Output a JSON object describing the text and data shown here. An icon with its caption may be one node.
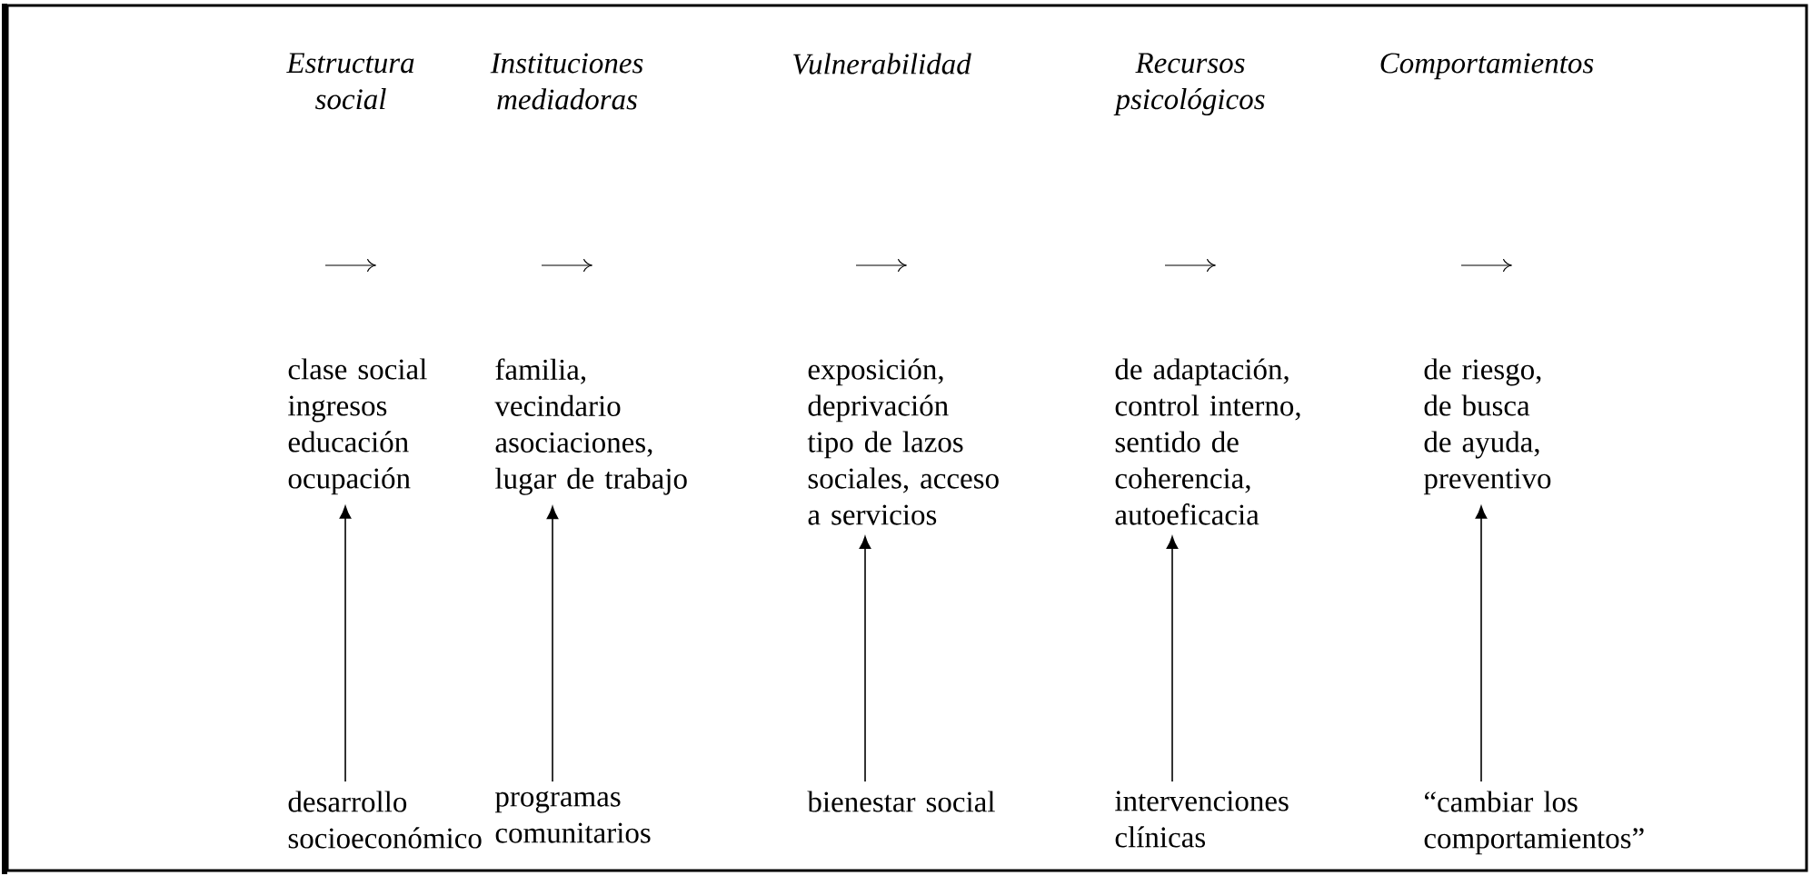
{
  "diagram": {
    "nodes": [
      {
        "text": [
          "clase social ingresos educación ocupación"
        ]
      },
      {
        "text": [
          "familia, vecindario asociaciones, lugar de trabajo"
        ]
      },
      {
        "text": [
          "exposición, deprivación tipo de lazos sociales, acceso a servicios"
        ]
      },
      {
        "text": [
          "de adaptación, control interno, sentido de coherencia, autoeficacia"
        ]
      },
      {
        "text": [
          "de riesgo, de busca de ayuda, preventivo"
        ]
      },
      {
        "text": [
          "desarrollo socioeconómico"
        ]
      },
      {
        "text": [
          "programas comunitarios"
        ]
      },
      {
        "text": [
          "bienestar social"
        ]
      },
      {
        "text": [
          "intervenciones clínicas"
        ]
      },
      {
        "text": [
          "“cambiar los comportamientos”"
        ]
      }
    ],
    "edges": [
      {
        "from": 5,
        "to": 0,
        "arrow": "to"
      },
      {
        "from": 6,
        "to": 1,
        "arrow": "to"
      },
      {
        "from": 7,
        "to": 2,
        "arrow": "to"
      },
      {
        "from": 8,
        "to": 3,
        "arrow": "to"
      },
      {
        "from": 9,
        "to": 4,
        "arrow": "to"
      }
    ],
    "labels": [
      "Estructura social",
      "Instituciones mediadoras",
      "Vulnerabilidad",
      "Recursos psicológicos",
      "Comportamientos"
    ]
  }
}
